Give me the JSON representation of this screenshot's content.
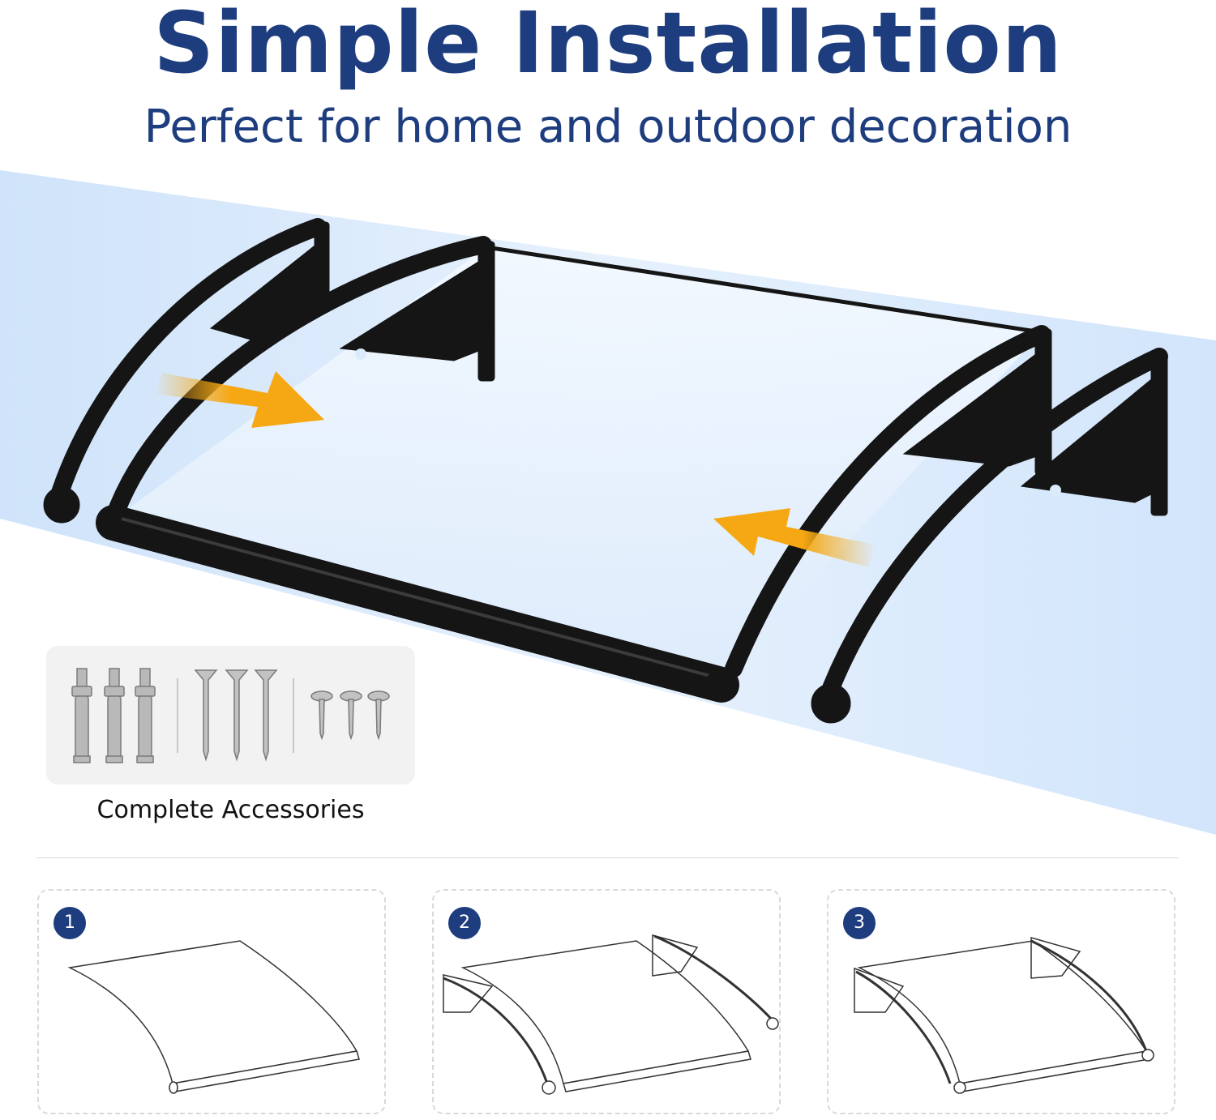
{
  "header": {
    "title": "Simple Installation",
    "subtitle": "Perfect for home and outdoor decoration"
  },
  "accessories": {
    "label": "Complete Accessories",
    "items": [
      "expansion-bolt-icon",
      "wood-screw-icon",
      "pan-head-screw-icon"
    ]
  },
  "steps": [
    {
      "number": "1"
    },
    {
      "number": "2"
    },
    {
      "number": "3"
    }
  ],
  "colors": {
    "title": "#1e3d7e",
    "badge": "#1e3d7e",
    "arrow": "#f5a814",
    "frame": "#151515",
    "band": "#dcebfb"
  }
}
